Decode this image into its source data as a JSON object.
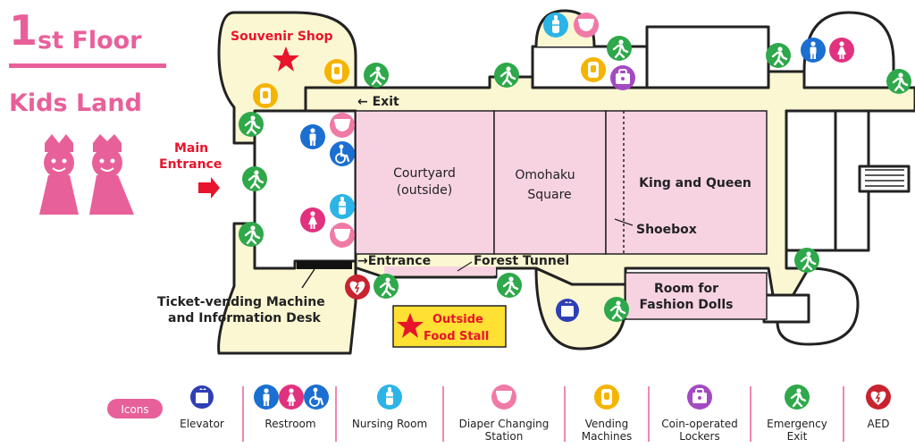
{
  "header": {
    "floor_number": "1",
    "floor_suffix": "st Floor",
    "area_name": "Kids Land"
  },
  "labels": {
    "souvenir_shop": "Souvenir Shop",
    "exit": "Exit",
    "main_entrance_line1": "Main",
    "main_entrance_line2": "Entrance",
    "courtyard_line1": "Courtyard",
    "courtyard_line2": "(outside)",
    "omohaku_line1": "Omohaku",
    "omohaku_line2": "Square",
    "king_queen": "King and Queen",
    "shoebox": "Shoebox",
    "entrance": "Entrance",
    "forest_tunnel": "Forest Tunnel",
    "ticket_line1": "Ticket-vending Machine",
    "ticket_line2": "and Information Desk",
    "food_stall_line1": "Outside",
    "food_stall_line2": "Food Stall",
    "fashion_line1": "Room for",
    "fashion_line2": "Fashion Dolls",
    "elevator_badge": "EV"
  },
  "legend": {
    "title": "Icons",
    "items": [
      {
        "name": "elevator",
        "label1": "Elevator",
        "label2": ""
      },
      {
        "name": "restroom",
        "label1": "Restroom",
        "label2": ""
      },
      {
        "name": "nursing",
        "label1": "Nursing Room",
        "label2": ""
      },
      {
        "name": "diaper",
        "label1": "Diaper Changing",
        "label2": "Station"
      },
      {
        "name": "vending",
        "label1": "Vending",
        "label2": "Machines"
      },
      {
        "name": "lockers",
        "label1": "Coin-operated",
        "label2": "Lockers"
      },
      {
        "name": "emergency",
        "label1": "Emergency",
        "label2": "Exit"
      },
      {
        "name": "aed",
        "label1": "AED",
        "label2": ""
      }
    ]
  },
  "colors": {
    "floor": "#fbf7d2",
    "room": "#f7d3e2",
    "accent_pink": "#e8609a",
    "red": "#e8142b",
    "elevator_blue": "#2f3fb6",
    "restroom_blue": "#1a6fd1",
    "restroom_pink": "#e2317e",
    "nursing_cyan": "#2cb4e6",
    "diaper_pink": "#f07aa6",
    "vending_yellow": "#f5b400",
    "locker_purple": "#a34ac2",
    "exit_green": "#2ea84a",
    "aed_red": "#c9232f",
    "food_stall_yellow": "#ffe033"
  }
}
